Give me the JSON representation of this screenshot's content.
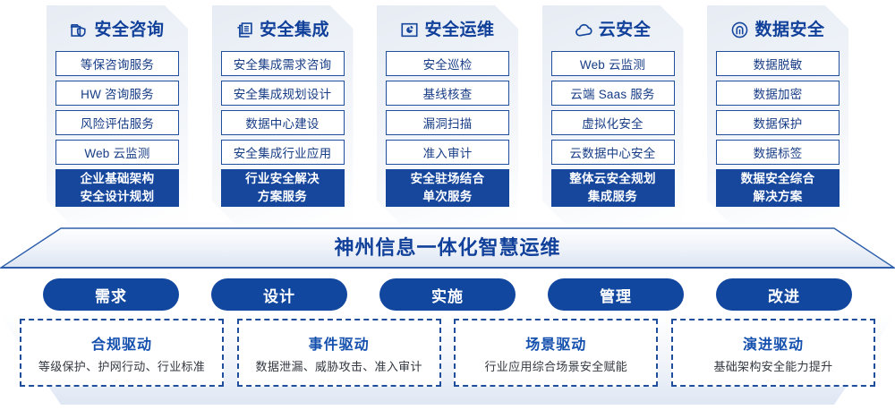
{
  "columns": [
    {
      "icon": "folder-shield-icon",
      "title": "安全咨询",
      "items": [
        "等保咨询服务",
        "HW 咨询服务",
        "风险评估服务",
        "Web 云监测"
      ],
      "highlight": [
        "企业基础架构",
        "安全设计规划"
      ]
    },
    {
      "icon": "stacked-documents-icon",
      "title": "安全集成",
      "items": [
        "安全集成需求咨询",
        "安全集成规划设计",
        "数据中心建设",
        "安全集成行业应用"
      ],
      "highlight": [
        "行业安全解决",
        "方案服务"
      ]
    },
    {
      "icon": "monitor-pie-icon",
      "title": "安全运维",
      "items": [
        "安全巡检",
        "基线核查",
        "漏洞扫描",
        "准入审计"
      ],
      "highlight": [
        "安全驻场结合",
        "单次服务"
      ]
    },
    {
      "icon": "cloud-icon",
      "title": "云安全",
      "items": [
        "Web 云监测",
        "云端 Saas 服务",
        "虚拟化安全",
        "云数据中心安全"
      ],
      "highlight": [
        "整体云安全规划",
        "集成服务"
      ]
    },
    {
      "icon": "fingerprint-icon",
      "title": "数据安全",
      "items": [
        "数据脱敏",
        "数据加密",
        "数据保护",
        "数据标签"
      ],
      "highlight": [
        "数据安全综合",
        "解决方案"
      ]
    }
  ],
  "banner": {
    "title": "神州信息一体化智慧运维"
  },
  "pills": [
    {
      "label": "需求"
    },
    {
      "label": "设计"
    },
    {
      "label": "实施"
    },
    {
      "label": "管理"
    },
    {
      "label": "改进"
    }
  ],
  "drivers": [
    {
      "title": "合规驱动",
      "subtitle": "等级保护、护网行动、行业标准"
    },
    {
      "title": "事件驱动",
      "subtitle": "数据泄漏、威胁攻击、准入审计"
    },
    {
      "title": "场景驱动",
      "subtitle": "行业应用综合场景安全赋能"
    },
    {
      "title": "演进驱动",
      "subtitle": "基础架构安全能力提升"
    }
  ],
  "colors": {
    "primary_blue": "#16479d",
    "title_blue": "#10409a",
    "border_blue": "#1f4e9c",
    "pill_blue": "#11479e"
  }
}
